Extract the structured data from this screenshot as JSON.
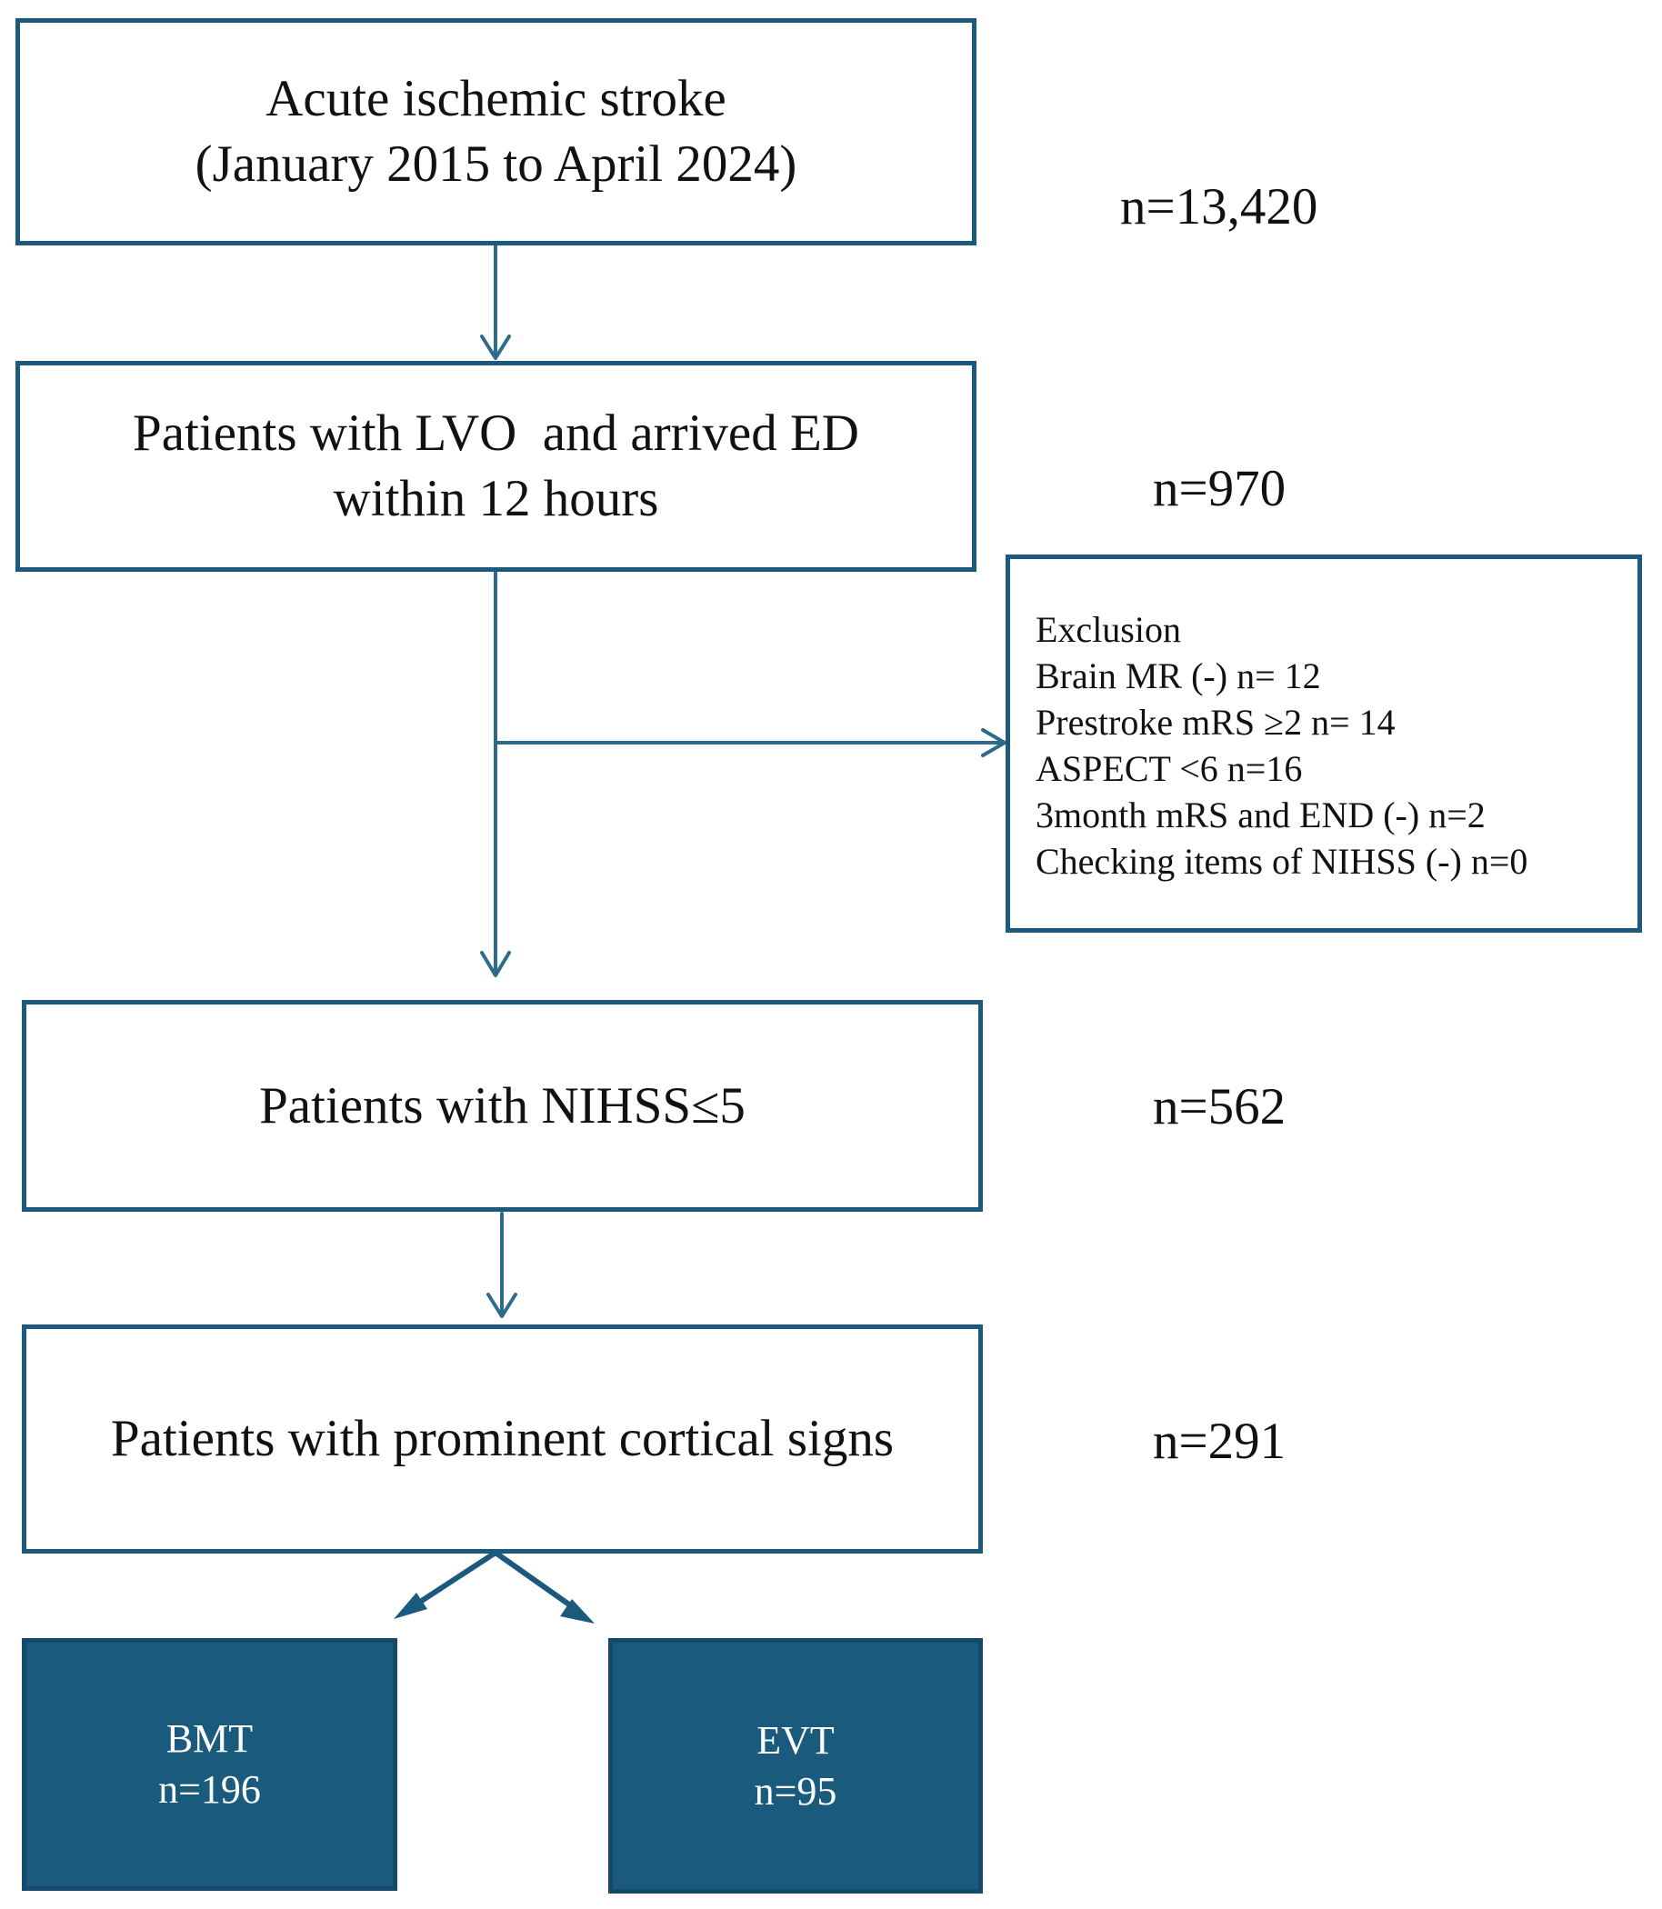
{
  "flow": {
    "step1": {
      "line1": "Acute ischemic stroke",
      "line2": "(January 2015 to April 2024)",
      "count": "n=13,420"
    },
    "step2": {
      "line1": "Patients with LVO  and arrived ED",
      "line2": "within 12 hours",
      "count": "n=970"
    },
    "exclusion": {
      "title": "Exclusion",
      "items": [
        "Brain MR (-) n= 12",
        "Prestroke mRS ≥2 n= 14",
        "ASPECT <6 n=16",
        "3month mRS and END (-) n=2",
        "Checking items of NIHSS (-) n=0"
      ]
    },
    "step3": {
      "line1": "Patients with NIHSS≤5",
      "count": "n=562"
    },
    "step4": {
      "line1": "Patients with prominent cortical signs",
      "count": "n=291"
    },
    "groups": [
      {
        "name": "BMT",
        "count": "n=196"
      },
      {
        "name": "EVT",
        "count": "n=95"
      }
    ]
  },
  "colors": {
    "border": "#1b5a7d",
    "arrow": "#2e6a8c",
    "group_fill": "#1a5b7d",
    "group_text": "#ffffff"
  }
}
